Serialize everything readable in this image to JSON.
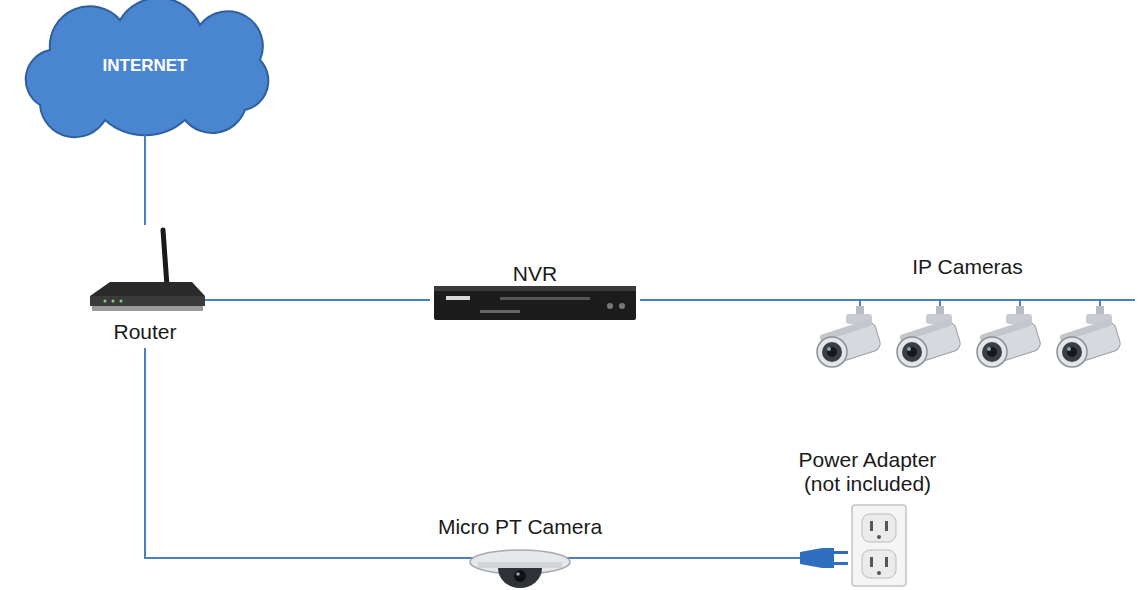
{
  "diagram": {
    "nodes": [
      {
        "text": [
          "INTERNET"
        ]
      },
      {
        "text": [
          "Router"
        ]
      },
      {
        "text": [
          "NVR"
        ]
      },
      {
        "text": [
          "IP Cameras"
        ]
      },
      {
        "text": [
          "Micro PT Camera"
        ]
      },
      {
        "text": [
          "Power Adapter (not included)"
        ]
      }
    ],
    "edges": [
      {
        "from": 0,
        "to": 1,
        "arrow": "none"
      },
      {
        "from": 1,
        "to": 2,
        "arrow": "none"
      },
      {
        "from": 2,
        "to": 3,
        "arrow": "none"
      },
      {
        "from": 1,
        "to": 4,
        "arrow": "none"
      },
      {
        "from": 4,
        "to": 5,
        "arrow": "none"
      }
    ]
  }
}
